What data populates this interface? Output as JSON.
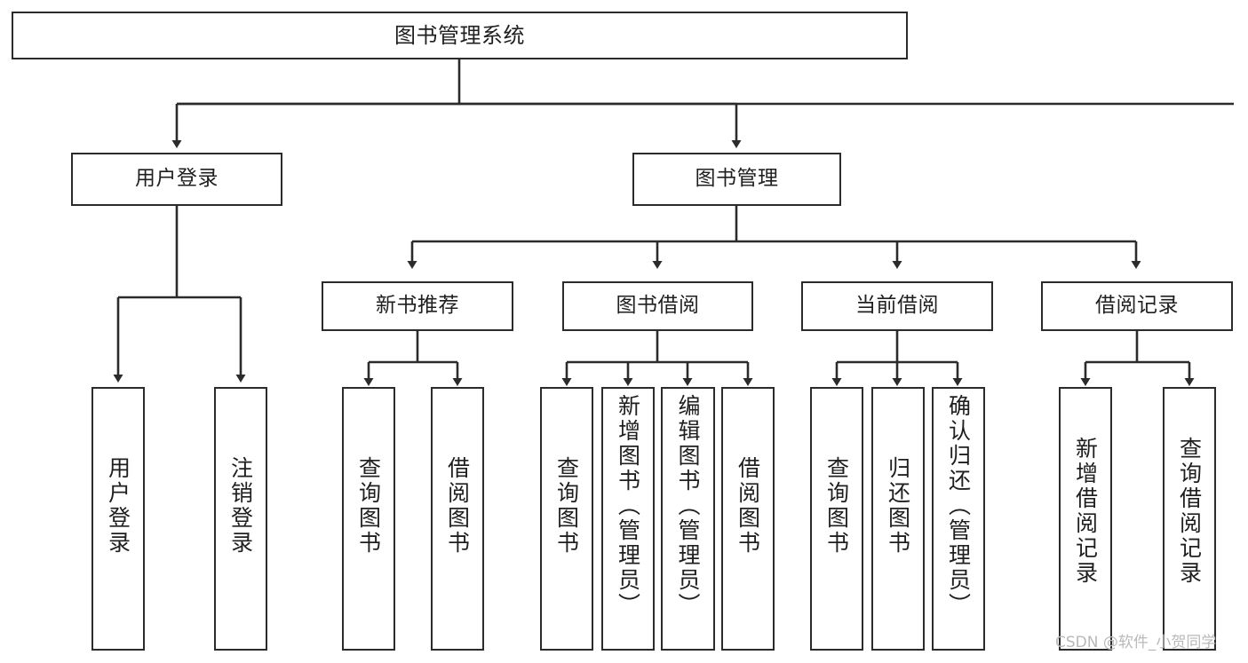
{
  "diagram": {
    "title": "图书管理系统",
    "type": "hierarchy-tree",
    "root": {
      "label": "图书管理系统"
    },
    "level1": [
      {
        "id": "user-login",
        "label": "用户登录"
      },
      {
        "id": "book-management",
        "label": "图书管理"
      }
    ],
    "level2": [
      {
        "id": "new-book-recommend",
        "label": "新书推荐",
        "parent": "book-management"
      },
      {
        "id": "book-borrow",
        "label": "图书借阅",
        "parent": "book-management"
      },
      {
        "id": "current-borrow",
        "label": "当前借阅",
        "parent": "book-management"
      },
      {
        "id": "borrow-record",
        "label": "借阅记录",
        "parent": "book-management"
      }
    ],
    "leaves": {
      "user-login": [
        {
          "id": "leaf-user-login",
          "label": "用户登录"
        },
        {
          "id": "leaf-user-logout",
          "label": "注销登录"
        }
      ],
      "new-book-recommend": [
        {
          "id": "leaf-query-book-1",
          "label": "查询图书"
        },
        {
          "id": "leaf-borrow-book-1",
          "label": "借阅图书"
        }
      ],
      "book-borrow": [
        {
          "id": "leaf-query-book-2",
          "label": "查询图书"
        },
        {
          "id": "leaf-add-book",
          "label": "新增图书（管理员）"
        },
        {
          "id": "leaf-edit-book",
          "label": "编辑图书（管理员）"
        },
        {
          "id": "leaf-borrow-book-2",
          "label": "借阅图书"
        }
      ],
      "current-borrow": [
        {
          "id": "leaf-query-book-3",
          "label": "查询图书"
        },
        {
          "id": "leaf-return-book",
          "label": "归还图书"
        },
        {
          "id": "leaf-confirm-return",
          "label": "确认归还（管理员）"
        }
      ],
      "borrow-record": [
        {
          "id": "leaf-add-record",
          "label": "新增借阅记录"
        },
        {
          "id": "leaf-query-record",
          "label": "查询借阅记录"
        }
      ]
    }
  },
  "watermark": {
    "text": "CSDN @软件_小贺同学"
  },
  "colors": {
    "stroke": "#2b2b2b",
    "background": "#ffffff",
    "text": "#1f1f1f",
    "watermark": "#b9b9b9"
  }
}
